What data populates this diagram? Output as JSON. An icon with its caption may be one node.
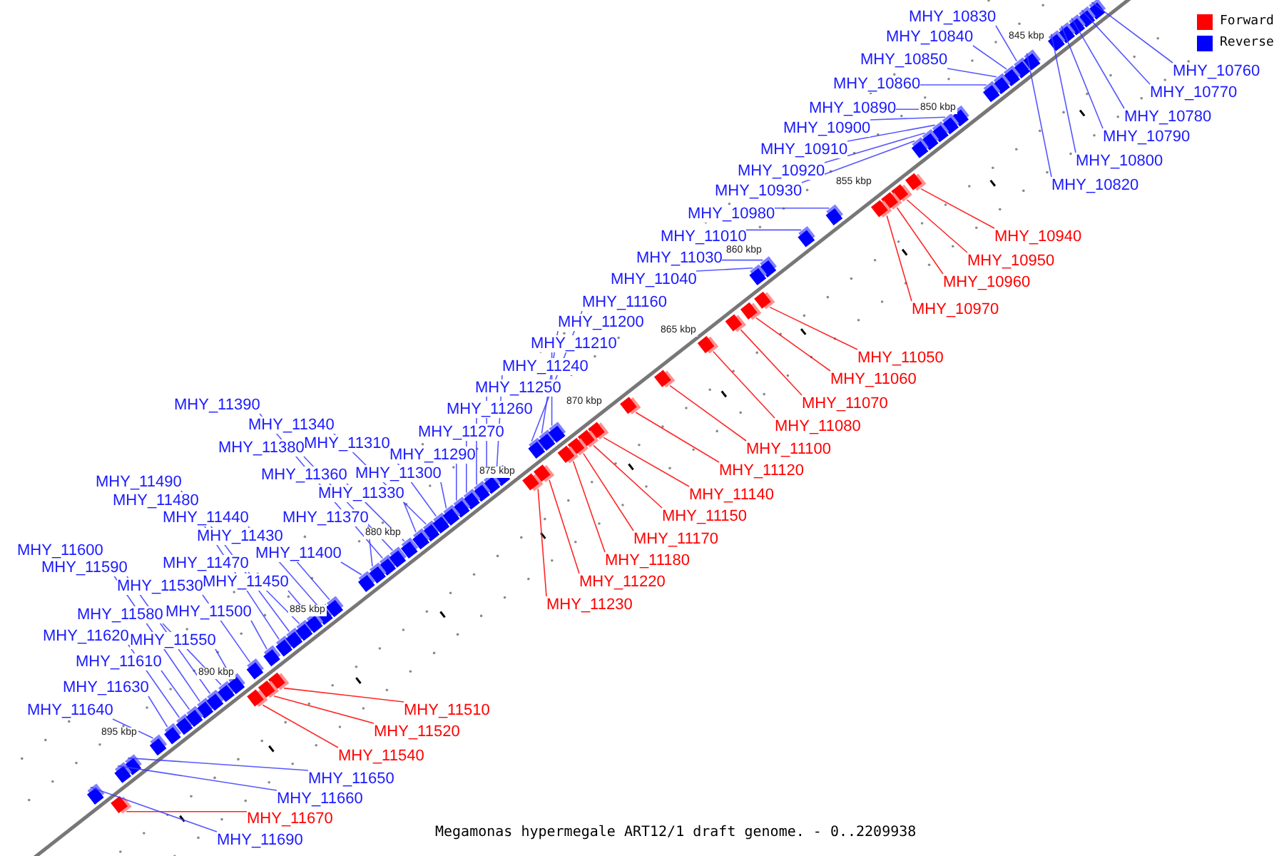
{
  "diagram": {
    "caption": "Megamonas hypermegale ART12/1 draft genome. - 0..2209938",
    "nodes": [
      {
        "text": [
          "MHY_10830"
        ]
      },
      {
        "text": [
          "MHY_10840"
        ]
      },
      {
        "text": [
          "MHY_10850"
        ]
      },
      {
        "text": [
          "MHY_10760"
        ]
      },
      {
        "text": [
          "MHY_10860"
        ]
      },
      {
        "text": [
          "MHY_10770"
        ]
      },
      {
        "text": [
          "MHY_10890"
        ]
      },
      {
        "text": [
          "MHY_10780"
        ]
      },
      {
        "text": [
          "MHY_10900"
        ]
      },
      {
        "text": [
          "MHY_10790"
        ]
      },
      {
        "text": [
          "MHY_10910"
        ]
      },
      {
        "text": [
          "MHY_10800"
        ]
      },
      {
        "text": [
          "MHY_10920"
        ]
      },
      {
        "text": [
          "MHY_10820"
        ]
      },
      {
        "text": [
          "MHY_10930"
        ]
      },
      {
        "text": [
          "MHY_10980"
        ]
      },
      {
        "text": [
          "MHY_11010"
        ]
      },
      {
        "text": [
          "MHY_10940"
        ]
      },
      {
        "text": [
          "MHY_11030"
        ]
      },
      {
        "text": [
          "MHY_10950"
        ]
      },
      {
        "text": [
          "MHY_11040"
        ]
      },
      {
        "text": [
          "MHY_10960"
        ]
      },
      {
        "text": [
          "MHY_11160"
        ]
      },
      {
        "text": [
          "MHY_10970"
        ]
      },
      {
        "text": [
          "MHY_11200"
        ]
      },
      {
        "text": [
          "MHY_11210"
        ]
      },
      {
        "text": [
          "MHY_11050"
        ]
      },
      {
        "text": [
          "MHY_11240"
        ]
      },
      {
        "text": [
          "MHY_11060"
        ]
      },
      {
        "text": [
          "MHY_11250"
        ]
      },
      {
        "text": [
          "MHY_11070"
        ]
      },
      {
        "text": [
          "MHY_11390"
        ]
      },
      {
        "text": [
          "MHY_11260"
        ]
      },
      {
        "text": [
          "MHY_11340"
        ]
      },
      {
        "text": [
          "MHY_11080"
        ]
      },
      {
        "text": [
          "MHY_11270"
        ]
      },
      {
        "text": [
          "MHY_11310"
        ]
      },
      {
        "text": [
          "MHY_11380"
        ]
      },
      {
        "text": [
          "MHY_11100"
        ]
      },
      {
        "text": [
          "MHY_11290"
        ]
      },
      {
        "text": [
          "MHY_11120"
        ]
      },
      {
        "text": [
          "MHY_11300"
        ]
      },
      {
        "text": [
          "MHY_11360"
        ]
      },
      {
        "text": [
          "MHY_11490"
        ]
      },
      {
        "text": [
          "MHY_11330"
        ]
      },
      {
        "text": [
          "MHY_11140"
        ]
      },
      {
        "text": [
          "MHY_11480"
        ]
      },
      {
        "text": [
          "MHY_11150"
        ]
      },
      {
        "text": [
          "MHY_11440"
        ]
      },
      {
        "text": [
          "MHY_11370"
        ]
      },
      {
        "text": [
          "MHY_11430"
        ]
      },
      {
        "text": [
          "MHY_11170"
        ]
      },
      {
        "text": [
          "MHY_11600"
        ]
      },
      {
        "text": [
          "MHY_11400"
        ]
      },
      {
        "text": [
          "MHY_11180"
        ]
      },
      {
        "text": [
          "MHY_11470"
        ]
      },
      {
        "text": [
          "MHY_11590"
        ]
      },
      {
        "text": [
          "MHY_11450"
        ]
      },
      {
        "text": [
          "MHY_11220"
        ]
      },
      {
        "text": [
          "MHY_11530"
        ]
      },
      {
        "text": [
          "MHY_11230"
        ]
      },
      {
        "text": [
          "MHY_11500"
        ]
      },
      {
        "text": [
          "MHY_11580"
        ]
      },
      {
        "text": [
          "MHY_11620"
        ]
      },
      {
        "text": [
          "MHY_11550"
        ]
      },
      {
        "text": [
          "MHY_11610"
        ]
      },
      {
        "text": [
          "MHY_11630"
        ]
      },
      {
        "text": [
          "MHY_11640"
        ]
      },
      {
        "text": [
          "MHY_11510"
        ]
      },
      {
        "text": [
          "MHY_11520"
        ]
      },
      {
        "text": [
          "MHY_11540"
        ]
      },
      {
        "text": [
          "MHY_11650"
        ]
      },
      {
        "text": [
          "MHY_11660"
        ]
      },
      {
        "text": [
          "MHY_11670"
        ]
      },
      {
        "text": [
          "MHY_11690"
        ]
      },
      {
        "text": [],
        "shape": "box"
      },
      {
        "text": [],
        "shape": "box"
      },
      {
        "text": [],
        "shape": "box"
      },
      {
        "text": [],
        "shape": "box"
      },
      {
        "text": [],
        "shape": "box"
      },
      {
        "text": [],
        "shape": "box"
      },
      {
        "text": [],
        "shape": "box"
      },
      {
        "text": [],
        "shape": "box"
      },
      {
        "text": [],
        "shape": "box"
      },
      {
        "text": [],
        "shape": "box"
      },
      {
        "text": [],
        "shape": "box"
      },
      {
        "text": [],
        "shape": "box"
      },
      {
        "text": [],
        "shape": "box"
      },
      {
        "text": [],
        "shape": "box"
      },
      {
        "text": [],
        "shape": "box"
      },
      {
        "text": [],
        "shape": "box"
      },
      {
        "text": [],
        "shape": "box"
      },
      {
        "text": [],
        "shape": "box"
      },
      {
        "text": [],
        "shape": "box"
      },
      {
        "text": [],
        "shape": "box"
      },
      {
        "text": [],
        "shape": "box"
      },
      {
        "text": [],
        "shape": "box"
      },
      {
        "text": [],
        "shape": "box"
      },
      {
        "text": [],
        "shape": "box"
      },
      {
        "text": [],
        "shape": "box"
      },
      {
        "text": [],
        "shape": "box"
      },
      {
        "text": [],
        "shape": "box"
      },
      {
        "text": [],
        "shape": "box"
      },
      {
        "text": [],
        "shape": "box"
      },
      {
        "text": [],
        "shape": "box"
      },
      {
        "text": [],
        "shape": "box"
      },
      {
        "text": [],
        "shape": "box"
      },
      {
        "text": [],
        "shape": "box"
      },
      {
        "text": [],
        "shape": "box"
      },
      {
        "text": [],
        "shape": "box"
      },
      {
        "text": [],
        "shape": "box"
      },
      {
        "text": [],
        "shape": "box"
      },
      {
        "text": [],
        "shape": "box"
      },
      {
        "text": [],
        "shape": "box"
      },
      {
        "text": [],
        "shape": "box"
      },
      {
        "text": [],
        "shape": "box"
      },
      {
        "text": [],
        "shape": "box"
      },
      {
        "text": [],
        "shape": "box"
      },
      {
        "text": [],
        "shape": "box"
      },
      {
        "text": [],
        "shape": "box"
      },
      {
        "text": [],
        "shape": "box"
      },
      {
        "text": [],
        "shape": "box"
      },
      {
        "text": [],
        "shape": "box"
      },
      {
        "text": [],
        "shape": "box"
      },
      {
        "text": [],
        "shape": "box"
      },
      {
        "text": [],
        "shape": "box"
      },
      {
        "text": [],
        "shape": "box"
      },
      {
        "text": [],
        "shape": "box"
      },
      {
        "text": [],
        "shape": "box"
      },
      {
        "text": [],
        "shape": "box"
      },
      {
        "text": [],
        "shape": "box"
      },
      {
        "text": [],
        "shape": "box"
      },
      {
        "text": [],
        "shape": "box"
      },
      {
        "text": [],
        "shape": "box"
      },
      {
        "text": [],
        "shape": "box"
      },
      {
        "text": [],
        "shape": "box"
      },
      {
        "text": [],
        "shape": "box"
      },
      {
        "text": [],
        "shape": "box"
      },
      {
        "text": [],
        "shape": "box"
      },
      {
        "text": [],
        "shape": "box"
      },
      {
        "text": [],
        "shape": "box"
      },
      {
        "text": [],
        "shape": "box"
      },
      {
        "text": [],
        "shape": "box"
      },
      {
        "text": [],
        "shape": "box"
      },
      {
        "text": [],
        "shape": "box"
      },
      {
        "text": [],
        "shape": "box"
      },
      {
        "text": [],
        "shape": "box"
      },
      {
        "text": [],
        "shape": "box"
      },
      {
        "text": [],
        "shape": "box"
      },
      {
        "text": [],
        "shape": "box"
      }
    ],
    "edges": [
      {
        "from": 0,
        "to": 75,
        "arrow": "none"
      },
      {
        "from": 1,
        "to": 76,
        "arrow": "none"
      },
      {
        "from": 2,
        "to": 77,
        "arrow": "none"
      },
      {
        "from": 3,
        "to": 78,
        "arrow": "none"
      },
      {
        "from": 4,
        "to": 79,
        "arrow": "none"
      },
      {
        "from": 5,
        "to": 80,
        "arrow": "none"
      },
      {
        "from": 6,
        "to": 81,
        "arrow": "none"
      },
      {
        "from": 7,
        "to": 82,
        "arrow": "none"
      },
      {
        "from": 8,
        "to": 83,
        "arrow": "none"
      },
      {
        "from": 9,
        "to": 84,
        "arrow": "none"
      },
      {
        "from": 10,
        "to": 85,
        "arrow": "none"
      },
      {
        "from": 11,
        "to": 86,
        "arrow": "none"
      },
      {
        "from": 12,
        "to": 87,
        "arrow": "none"
      },
      {
        "from": 13,
        "to": 88,
        "arrow": "none"
      },
      {
        "from": 14,
        "to": 89,
        "arrow": "none"
      },
      {
        "from": 15,
        "to": 90,
        "arrow": "none"
      },
      {
        "from": 16,
        "to": 91,
        "arrow": "none"
      },
      {
        "from": 17,
        "to": 92,
        "arrow": "none",
        "color": "#ff0000"
      },
      {
        "from": 18,
        "to": 93,
        "arrow": "none"
      },
      {
        "from": 19,
        "to": 94,
        "arrow": "none",
        "color": "#ff0000"
      },
      {
        "from": 20,
        "to": 95,
        "arrow": "none"
      },
      {
        "from": 21,
        "to": 96,
        "arrow": "none",
        "color": "#ff0000"
      },
      {
        "from": 22,
        "to": 97,
        "arrow": "none"
      },
      {
        "from": 23,
        "to": 98,
        "arrow": "none",
        "color": "#ff0000"
      },
      {
        "from": 24,
        "to": 99,
        "arrow": "none"
      },
      {
        "from": 25,
        "to": 100,
        "arrow": "none"
      },
      {
        "from": 26,
        "to": 101,
        "arrow": "none",
        "color": "#ff0000"
      },
      {
        "from": 27,
        "to": 102,
        "arrow": "none"
      },
      {
        "from": 28,
        "to": 103,
        "arrow": "none",
        "color": "#ff0000"
      },
      {
        "from": 29,
        "to": 104,
        "arrow": "none"
      },
      {
        "from": 30,
        "to": 105,
        "arrow": "none",
        "color": "#ff0000"
      },
      {
        "from": 31,
        "to": 106,
        "arrow": "none"
      },
      {
        "from": 32,
        "to": 107,
        "arrow": "none"
      },
      {
        "from": 33,
        "to": 108,
        "arrow": "none"
      },
      {
        "from": 34,
        "to": 109,
        "arrow": "none",
        "color": "#ff0000"
      },
      {
        "from": 35,
        "to": 110,
        "arrow": "none"
      },
      {
        "from": 36,
        "to": 111,
        "arrow": "none"
      },
      {
        "from": 37,
        "to": 112,
        "arrow": "none"
      },
      {
        "from": 38,
        "to": 113,
        "arrow": "none",
        "color": "#ff0000"
      },
      {
        "from": 39,
        "to": 114,
        "arrow": "none"
      },
      {
        "from": 40,
        "to": 115,
        "arrow": "none",
        "color": "#ff0000"
      },
      {
        "from": 41,
        "to": 116,
        "arrow": "none"
      },
      {
        "from": 42,
        "to": 117,
        "arrow": "none"
      },
      {
        "from": 43,
        "to": 118,
        "arrow": "none"
      },
      {
        "from": 44,
        "to": 119,
        "arrow": "none"
      },
      {
        "from": 45,
        "to": 120,
        "arrow": "none",
        "color": "#ff0000"
      },
      {
        "from": 46,
        "to": 121,
        "arrow": "none"
      },
      {
        "from": 47,
        "to": 122,
        "arrow": "none",
        "color": "#ff0000"
      },
      {
        "from": 48,
        "to": 123,
        "arrow": "none"
      },
      {
        "from": 49,
        "to": 124,
        "arrow": "none"
      },
      {
        "from": 50,
        "to": 125,
        "arrow": "none"
      },
      {
        "from": 51,
        "to": 126,
        "arrow": "none",
        "color": "#ff0000"
      },
      {
        "from": 52,
        "to": 127,
        "arrow": "none"
      },
      {
        "from": 53,
        "to": 128,
        "arrow": "none"
      },
      {
        "from": 54,
        "to": 129,
        "arrow": "none",
        "color": "#ff0000"
      },
      {
        "from": 55,
        "to": 130,
        "arrow": "none"
      },
      {
        "from": 56,
        "to": 131,
        "arrow": "none"
      },
      {
        "from": 57,
        "to": 132,
        "arrow": "none"
      },
      {
        "from": 58,
        "to": 133,
        "arrow": "none",
        "color": "#ff0000"
      },
      {
        "from": 59,
        "to": 134,
        "arrow": "none"
      },
      {
        "from": 60,
        "to": 135,
        "arrow": "none",
        "color": "#ff0000"
      },
      {
        "from": 61,
        "to": 136,
        "arrow": "none"
      },
      {
        "from": 62,
        "to": 137,
        "arrow": "none"
      },
      {
        "from": 63,
        "to": 138,
        "arrow": "none"
      },
      {
        "from": 64,
        "to": 139,
        "arrow": "none"
      },
      {
        "from": 65,
        "to": 140,
        "arrow": "none"
      },
      {
        "from": 66,
        "to": 141,
        "arrow": "none"
      },
      {
        "from": 67,
        "to": 142,
        "arrow": "none"
      },
      {
        "from": 68,
        "to": 143,
        "arrow": "none",
        "color": "#ff0000"
      },
      {
        "from": 69,
        "to": 144,
        "arrow": "none",
        "color": "#ff0000"
      },
      {
        "from": 70,
        "to": 145,
        "arrow": "none",
        "color": "#ff0000"
      },
      {
        "from": 71,
        "to": 146,
        "arrow": "none"
      },
      {
        "from": 72,
        "to": 147,
        "arrow": "none"
      },
      {
        "from": 73,
        "to": 148,
        "arrow": "none",
        "color": "#ff0000"
      },
      {
        "from": 74,
        "to": 149,
        "arrow": "none"
      }
    ],
    "labels": [
      "845 kbp",
      "850 kbp",
      "855 kbp",
      "860 kbp",
      "865 kbp",
      "870 kbp",
      "875 kbp",
      "880 kbp",
      "885 kbp",
      "890 kbp",
      "895 kbp"
    ],
    "legend": [
      {
        "text": "Forward",
        "color": "#ff0000"
      },
      {
        "text": "Reverse",
        "color": "#0000ff"
      }
    ]
  }
}
